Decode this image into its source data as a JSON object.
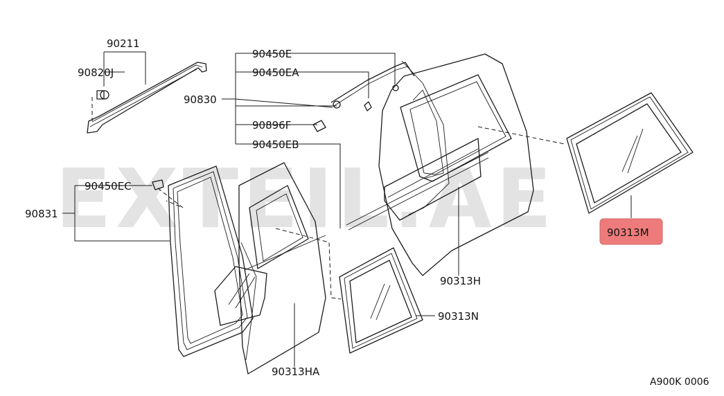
{
  "watermark": "EXTEIL.AE",
  "diagram_ref": "A900K 0006",
  "highlight_color": "#ee7b7b",
  "labels": {
    "p90211": "90211",
    "p90820J": "90820J",
    "p90450E": "90450E",
    "p90450EA": "90450EA",
    "p90830": "90830",
    "p90896F": "90896F",
    "p90450EB": "90450EB",
    "p90450EC": "90450EC",
    "p90831": "90831",
    "p90313M": "90313M",
    "p90313H": "90313H",
    "p90313N": "90313N",
    "p90313HA": "90313HA"
  }
}
